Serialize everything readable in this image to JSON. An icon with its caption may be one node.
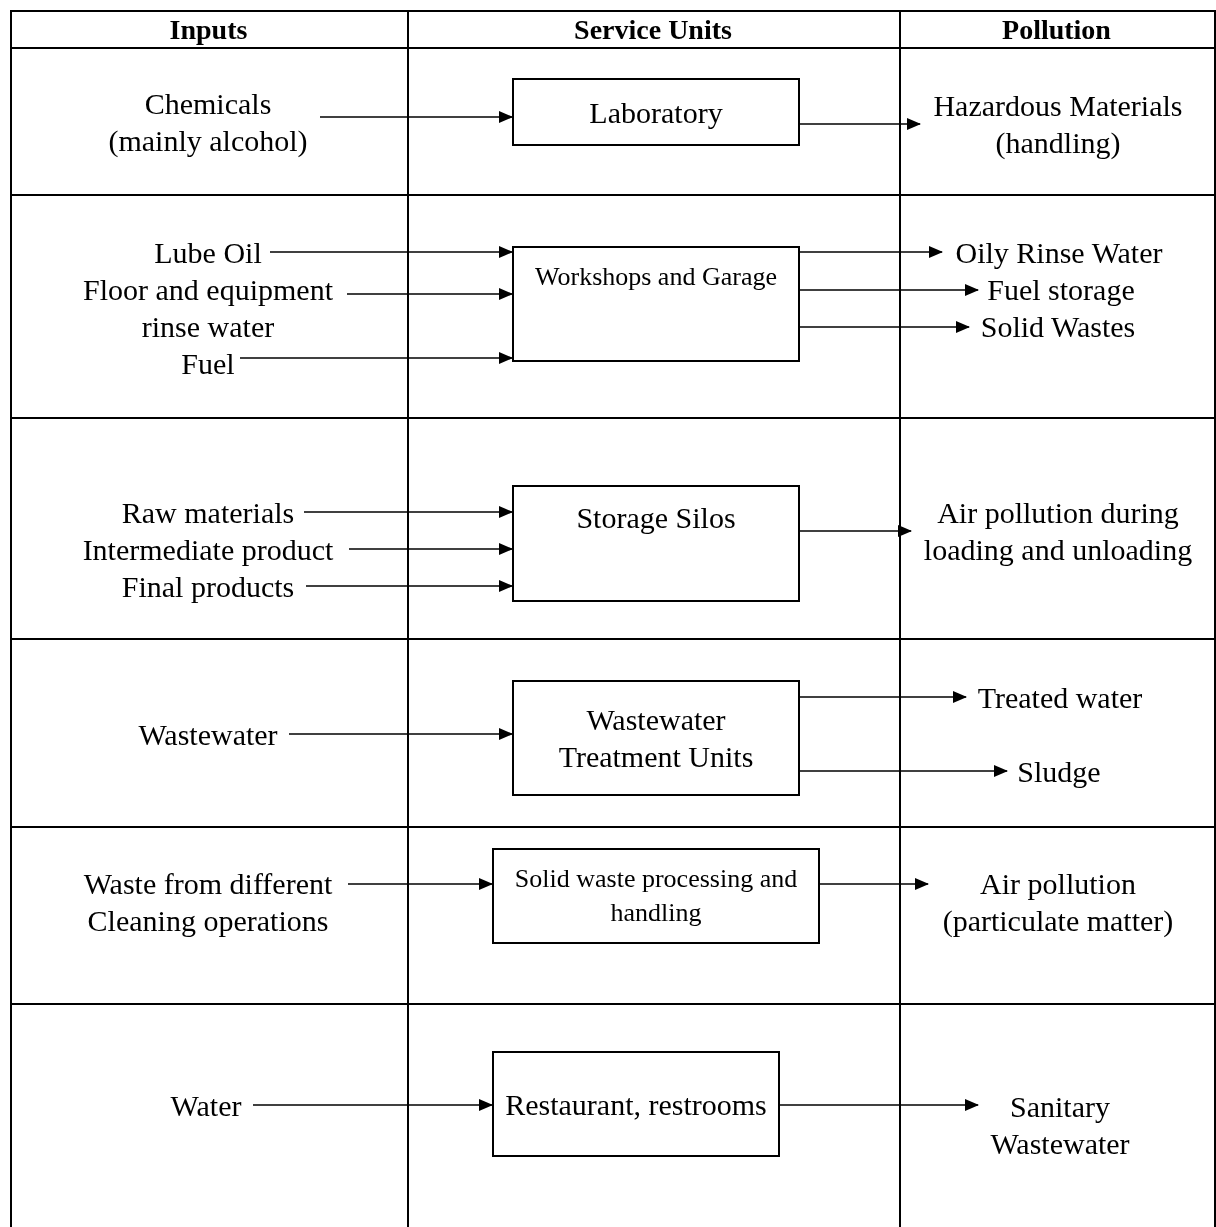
{
  "diagram": {
    "nodes": [
      {
        "text": [
          "Chemicals (mainly alcohol)"
        ]
      },
      {
        "text": [
          "Laboratory"
        ]
      },
      {
        "text": [
          "Hazardous Materials (handling)"
        ]
      },
      {
        "text": [
          "Lube Oil"
        ]
      },
      {
        "text": [
          "Floor and equipment rinse water"
        ]
      },
      {
        "text": [
          "Fuel"
        ]
      },
      {
        "text": [
          "Workshops and Garage"
        ]
      },
      {
        "text": [
          "Oily Rinse Water"
        ]
      },
      {
        "text": [
          "Fuel storage"
        ]
      },
      {
        "text": [
          "Solid Wastes"
        ]
      },
      {
        "text": [
          "Raw materials"
        ]
      },
      {
        "text": [
          "Intermediate product"
        ]
      },
      {
        "text": [
          "Final products"
        ]
      },
      {
        "text": [
          "Storage Silos"
        ]
      },
      {
        "text": [
          "Air pollution during loading and unloading"
        ]
      },
      {
        "text": [
          "Wastewater"
        ]
      },
      {
        "text": [
          "Wastewater Treatment Units"
        ]
      },
      {
        "text": [
          "Treated water"
        ]
      },
      {
        "text": [
          "Sludge"
        ]
      },
      {
        "text": [
          "Waste from different Cleaning operations"
        ]
      },
      {
        "text": [
          "Solid waste processing and handling"
        ]
      },
      {
        "text": [
          "Air pollution (particulate matter)"
        ]
      },
      {
        "text": [
          "Water"
        ]
      },
      {
        "text": [
          "Restaurant, restrooms"
        ]
      },
      {
        "text": [
          "Sanitary Wastewater"
        ]
      }
    ],
    "edges": [
      {
        "from": 0,
        "to": 1,
        "arrow": "to"
      },
      {
        "from": 1,
        "to": 2,
        "arrow": "to"
      },
      {
        "from": 3,
        "to": 6,
        "arrow": "to"
      },
      {
        "from": 4,
        "to": 6,
        "arrow": "to"
      },
      {
        "from": 5,
        "to": 6,
        "arrow": "to"
      },
      {
        "from": 6,
        "to": 7,
        "arrow": "to"
      },
      {
        "from": 6,
        "to": 8,
        "arrow": "to"
      },
      {
        "from": 6,
        "to": 9,
        "arrow": "to"
      },
      {
        "from": 10,
        "to": 13,
        "arrow": "to"
      },
      {
        "from": 11,
        "to": 13,
        "arrow": "to"
      },
      {
        "from": 12,
        "to": 13,
        "arrow": "to"
      },
      {
        "from": 13,
        "to": 14,
        "arrow": "to"
      },
      {
        "from": 15,
        "to": 16,
        "arrow": "to"
      },
      {
        "from": 16,
        "to": 17,
        "arrow": "to"
      },
      {
        "from": 16,
        "to": 18,
        "arrow": "to"
      },
      {
        "from": 19,
        "to": 20,
        "arrow": "to"
      },
      {
        "from": 20,
        "to": 21,
        "arrow": "to"
      },
      {
        "from": 22,
        "to": 23,
        "arrow": "to"
      },
      {
        "from": 23,
        "to": 24,
        "arrow": "to"
      }
    ],
    "labels": [
      "Inputs",
      "Service Units",
      "Pollution"
    ]
  }
}
